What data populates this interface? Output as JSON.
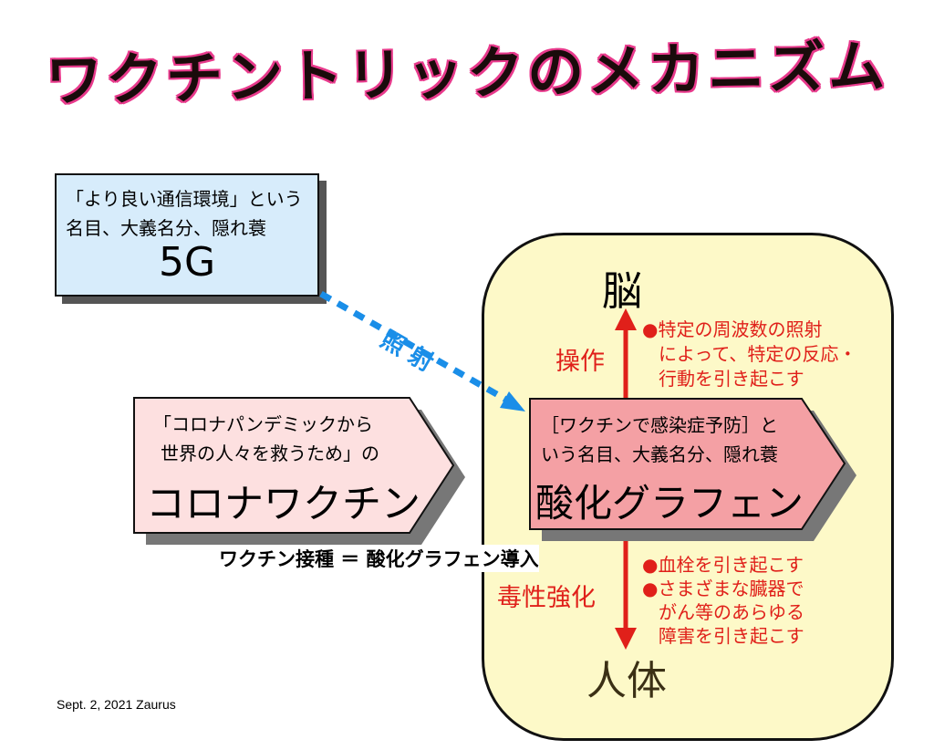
{
  "title": "ワクチントリックのメカニズム",
  "box_5g": {
    "line1": "「より良い通信環境」という",
    "line2": "名目、大義名分、隠れ蓑",
    "label": "5G"
  },
  "irradiation_label": "照 射",
  "vaccine_box": {
    "line1": "「コロナパンデミックから",
    "line2": "世界の人々を救うため」の",
    "label": "コロナワクチン"
  },
  "equation": "ワクチン接種 ＝ 酸化グラフェン導入",
  "graphene_box": {
    "line1": "［ワクチンで感染症予防］と",
    "line2": "いう名目、大義名分、隠れ蓑",
    "label": "酸化グラフェン"
  },
  "brain_label": "脳",
  "body_label": "人体",
  "operation_label": "操作",
  "toxicity_label": "毒性強化",
  "upper_effects": [
    "●特定の周波数の照射",
    "によって、特定の反応・",
    "行動を引き起こす"
  ],
  "lower_effects": [
    "●血栓を引き起こす",
    "●さまざまな臓器で",
    "がん等のあらゆる",
    "障害を引き起こす"
  ],
  "footer": "Sept. 2, 2021 Zaurus",
  "colors": {
    "title_outline": "#e83a8c",
    "box_5g_fill": "#d7ecfb",
    "vaccine_fill": "#fde0e0",
    "graphene_fill": "#f4a0a4",
    "brain_bg": "#fdf9c8",
    "red_text": "#e0201a",
    "arrow_blue": "#1a8ee8"
  }
}
